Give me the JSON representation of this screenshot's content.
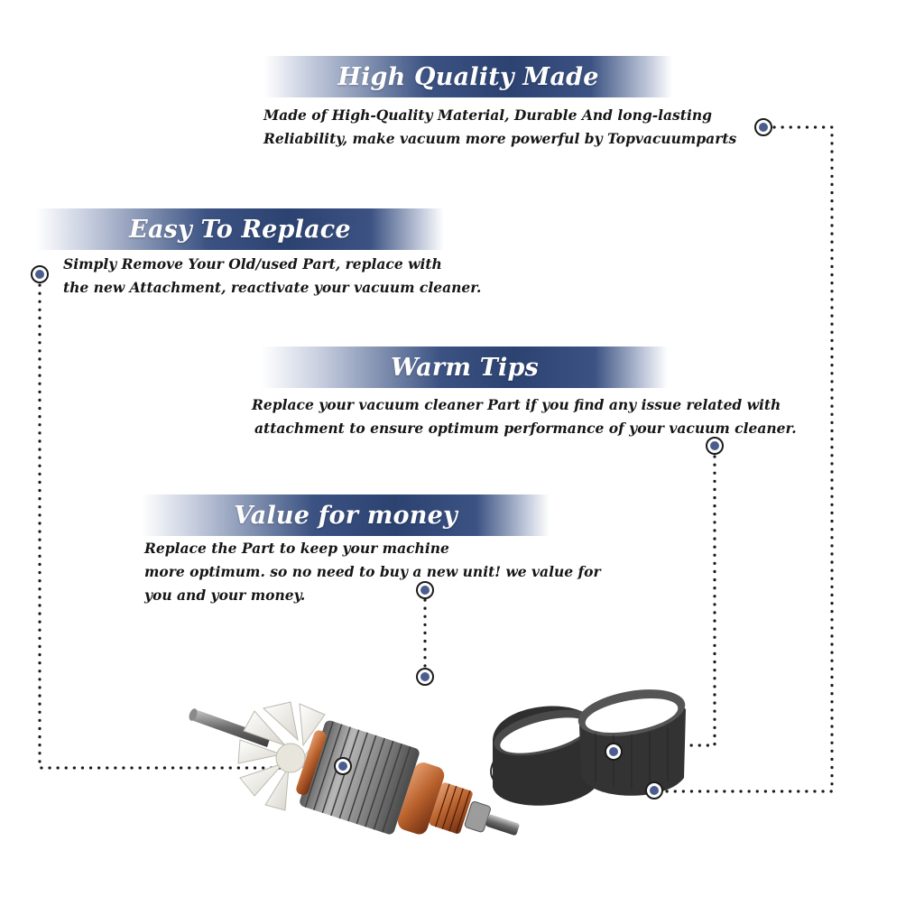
{
  "colors": {
    "banner_dark": "#2c4372",
    "banner_mid": "#7f8fb2",
    "banner_light": "#ffffff",
    "bullet_fill": "#4a5d8c",
    "dot_line": "#1a1a1a"
  },
  "sections": {
    "high_quality": {
      "title": "High Quality Made",
      "lines": [
        "Made of  High-Quality Material, Durable And long-lasting",
        "Reliability, make vacuum more powerful by Topvacuumparts"
      ]
    },
    "easy_replace": {
      "title": "Easy To Replace",
      "lines": [
        "Simply Remove Your Old/used Part, replace with",
        "the new Attachment, reactivate your vacuum cleaner."
      ]
    },
    "warm_tips": {
      "title": "Warm Tips",
      "lines": [
        "Replace your vacuum cleaner Part if you find any issue related with",
        "attachment to ensure optimum performance of your vacuum cleaner."
      ]
    },
    "value_money": {
      "title": "Value for money",
      "lines": [
        "Replace the Part to keep your machine",
        "more optimum. so no need to buy a new unit! we value for",
        "you and your money."
      ]
    }
  },
  "products": {
    "armature": "motor-armature",
    "belts": "drive-belts"
  }
}
